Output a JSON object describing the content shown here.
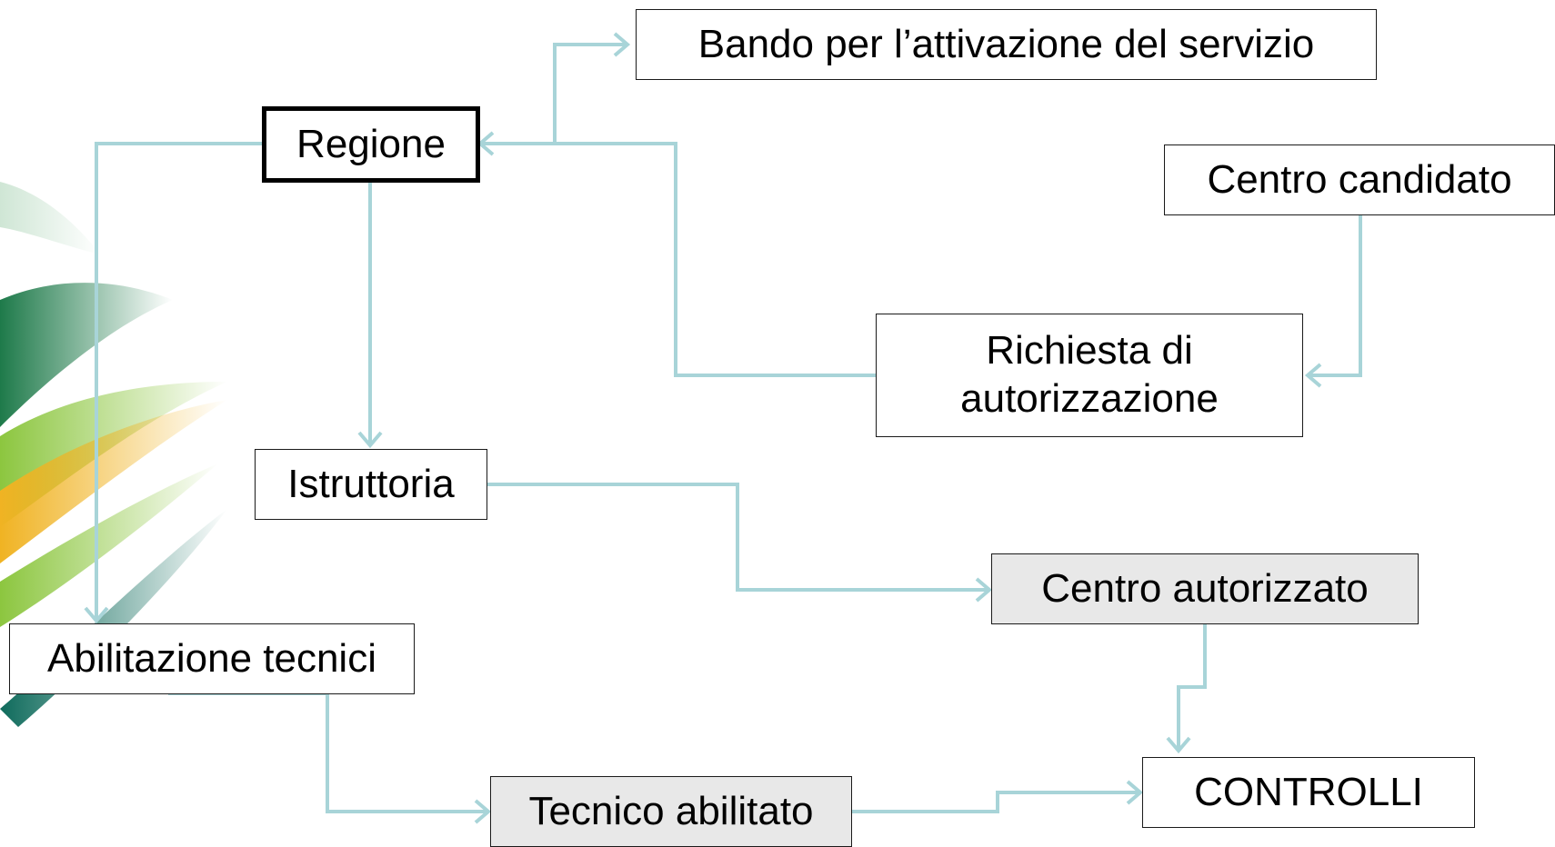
{
  "diagram": {
    "colors": {
      "arrow": "#a8d4d8",
      "box_border": "#1a1a1a",
      "box_fill": "#ffffff",
      "box_fill_highlight": "#e8e8e8",
      "decor_green_dark": "#1e7a4a",
      "decor_green_light": "#8cc63f",
      "decor_yellow": "#f0b323",
      "decor_teal": "#0f6b5c"
    },
    "nodes": {
      "bando": "Bando per l’attivazione del servizio",
      "regione": "Regione",
      "centro_candidato": "Centro candidato",
      "richiesta": "Richiesta di autorizzazione",
      "istruttoria": "Istruttoria",
      "centro_autorizzato": "Centro autorizzato",
      "abilitazione_tecnici": "Abilitazione tecnici",
      "tecnico_abilitato": "Tecnico abilitato",
      "controlli": "CONTROLLI"
    },
    "edges": [
      {
        "from": "Regione",
        "to": "Bando per l’attivazione del servizio"
      },
      {
        "from": "Centro candidato",
        "to": "Richiesta di autorizzazione"
      },
      {
        "from": "Richiesta di autorizzazione",
        "to": "Regione"
      },
      {
        "from": "Regione",
        "to": "Istruttoria"
      },
      {
        "from": "Regione",
        "to": "Abilitazione tecnici"
      },
      {
        "from": "Istruttoria",
        "to": "Centro autorizzato"
      },
      {
        "from": "Centro autorizzato",
        "to": "CONTROLLI"
      },
      {
        "from": "Abilitazione tecnici",
        "to": "Tecnico abilitato"
      },
      {
        "from": "Tecnico abilitato",
        "to": "CONTROLLI"
      }
    ]
  }
}
